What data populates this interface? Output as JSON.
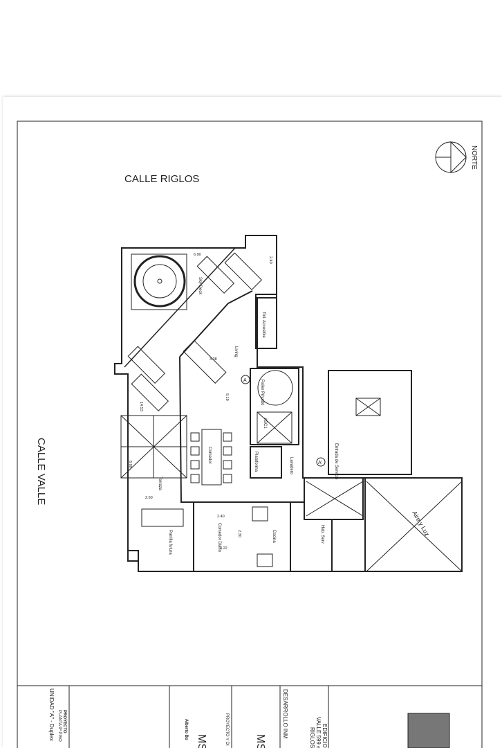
{
  "streets": {
    "top": "CALLE RIGLOS",
    "left": "CALLE VALLE"
  },
  "north_label": "NORTE",
  "rooms": {
    "sky_deck": "Sky Deck",
    "toilet": "Toil. Accesible",
    "living": "Living",
    "palier": "Palier Privado",
    "asc": "ASC1",
    "comedor": "Comedor",
    "terraza": "Terraza",
    "plataforma": "Plataforma",
    "lavadero": "Lavadero",
    "entrada": "Entrada de Servicio",
    "comedor_diario": "Comedor Diario",
    "cocina": "Cocina",
    "hab_serv": "Hab. Serv",
    "aire_luz": "Aire y Luz",
    "parrilla": "Parrilla futura",
    "door_a": "A",
    "door_a2": "A'"
  },
  "dimensions": [
    "6.90",
    "2.40",
    "3.38",
    "9.19",
    "14.53",
    "8.00",
    "2.60",
    "2.40",
    "2.30",
    "4.22"
  ],
  "title_block": {
    "proyecto": "PROYECTO",
    "planta": "PLANTA 9º PISO",
    "unidad": "UNIDAD \"A\" - Duplex",
    "architect": "Alberto Bo",
    "proyecto_dir": "PROYECTO Y DI",
    "desarrollo": "DESARROLLO INM",
    "logo": "MS",
    "edificio": "EDIFICIO",
    "address1": "VALLE 599 e",
    "address2": "RIGLOS"
  },
  "colors": {
    "line": "#222222",
    "paper": "#ffffff"
  }
}
